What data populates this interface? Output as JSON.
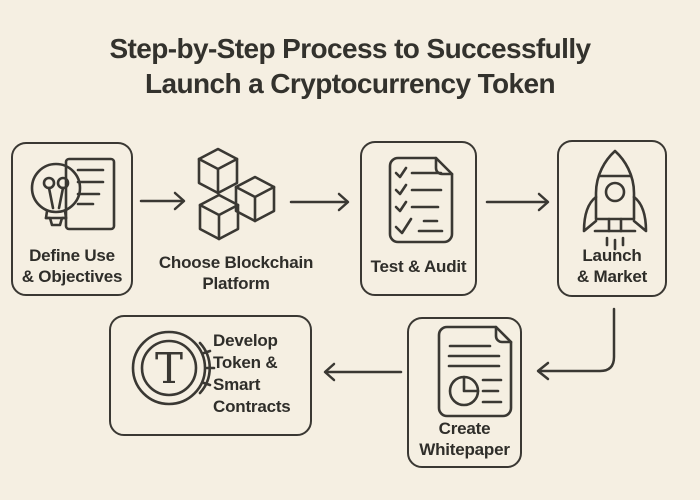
{
  "page": {
    "background_color": "#F5EFE2",
    "stroke_color": "#3A3833",
    "text_color": "#2F2E2A"
  },
  "title": {
    "line1": "Step-by-Step Process to Successfully",
    "line2": "Launch a Cryptocurrency Token"
  },
  "steps": [
    {
      "name": "define-use-objectives",
      "icon": "lightbulb-document-icon",
      "boxed": true,
      "label_lines": [
        "Define Use",
        "& Objectives"
      ]
    },
    {
      "name": "choose-blockchain-platform",
      "icon": "blockchain-cubes-icon",
      "boxed": false,
      "label_lines": [
        "Choose Blockchain",
        "Platform"
      ]
    },
    {
      "name": "test-audit",
      "icon": "checklist-document-icon",
      "boxed": true,
      "label_lines": [
        "Test & Audit"
      ]
    },
    {
      "name": "launch-market",
      "icon": "rocket-icon",
      "boxed": true,
      "label_lines": [
        "Launch",
        "& Market"
      ]
    },
    {
      "name": "create-whitepaper",
      "icon": "whitepaper-piechart-icon",
      "boxed": true,
      "label_lines": [
        "Create",
        "Whitepaper"
      ]
    },
    {
      "name": "develop-token-smart-contracts",
      "icon": "token-coin-icon",
      "boxed": true,
      "coin_letter": "T",
      "label_lines": [
        "Develop",
        "Token &",
        "Smart",
        "Contracts"
      ]
    }
  ],
  "connections": [
    {
      "from": "define-use-objectives",
      "to": "choose-blockchain-platform",
      "shape": "straight-right"
    },
    {
      "from": "choose-blockchain-platform",
      "to": "test-audit",
      "shape": "straight-right"
    },
    {
      "from": "test-audit",
      "to": "launch-market",
      "shape": "straight-right"
    },
    {
      "from": "launch-market",
      "to": "create-whitepaper",
      "shape": "down-then-left"
    },
    {
      "from": "create-whitepaper",
      "to": "develop-token-smart-contracts",
      "shape": "straight-left"
    }
  ]
}
